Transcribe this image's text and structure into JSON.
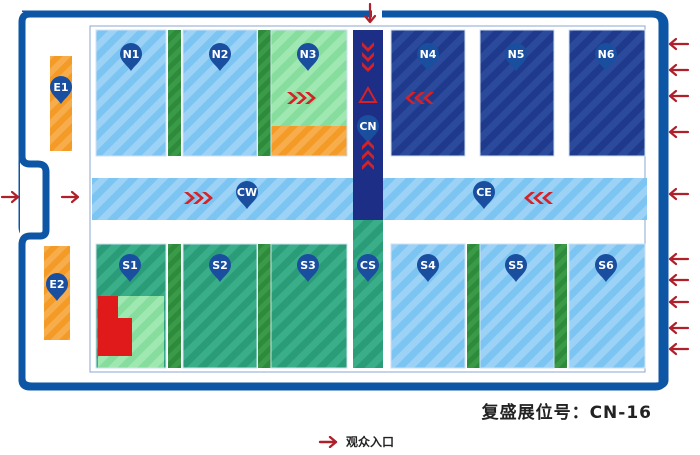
{
  "colors": {
    "frame": "#0d56a6",
    "hall_light": "#7cc4f1",
    "hall_light_alt": "#a7d8f7",
    "hall_navy": "#1f3a8c",
    "hall_green": "#2a9d78",
    "hall_lightgreen": "#8de0a1",
    "hall_orange": "#f49b27",
    "corridor_green": "#2e8b3c",
    "central_navy": "#1c2e86",
    "marker": "#1a4fa0",
    "arrow_red": "#d62127",
    "arrow_dark": "#b0202a",
    "booth_red": "#e01a1a"
  },
  "halls": {
    "north": [
      {
        "id": "N1",
        "label": "N1"
      },
      {
        "id": "N2",
        "label": "N2"
      },
      {
        "id": "N3",
        "label": "N3"
      },
      {
        "id": "N4",
        "label": "N4"
      },
      {
        "id": "N5",
        "label": "N5"
      },
      {
        "id": "N6",
        "label": "N6"
      }
    ],
    "south": [
      {
        "id": "S1",
        "label": "S1"
      },
      {
        "id": "S2",
        "label": "S2"
      },
      {
        "id": "S3",
        "label": "S3"
      },
      {
        "id": "S4",
        "label": "S4"
      },
      {
        "id": "S5",
        "label": "S5"
      },
      {
        "id": "S6",
        "label": "S6"
      }
    ],
    "central": [
      {
        "id": "CN",
        "label": "CN"
      },
      {
        "id": "CS",
        "label": "CS"
      },
      {
        "id": "CW",
        "label": "CW"
      },
      {
        "id": "CE",
        "label": "CE"
      }
    ],
    "east_side": [
      {
        "id": "E1",
        "label": "E1"
      },
      {
        "id": "E2",
        "label": "E2"
      }
    ]
  },
  "booth_info": "复盛展位号：CN-16",
  "legend": {
    "entrance_label": "观众入口"
  },
  "highlight_booth": "S1"
}
